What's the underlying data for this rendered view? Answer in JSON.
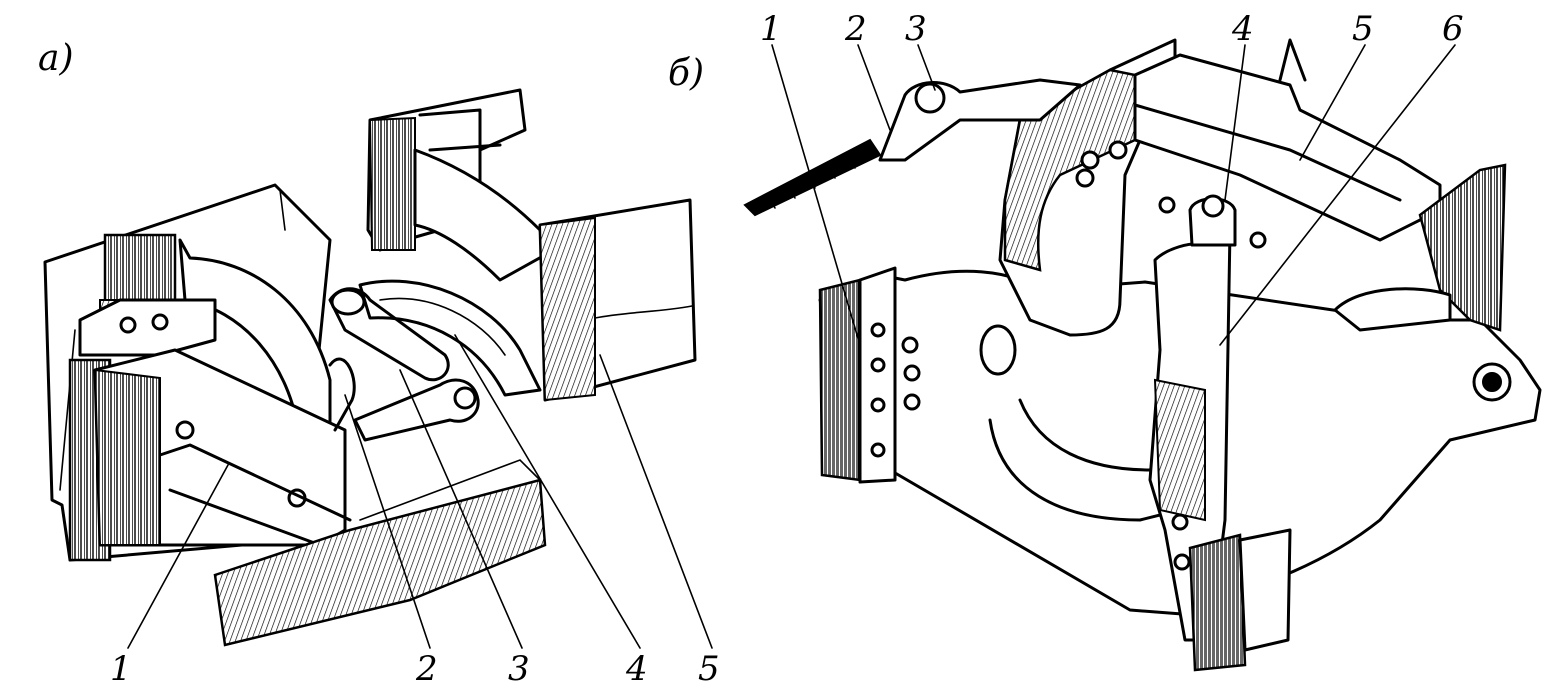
{
  "panels": [
    {
      "id": "a",
      "label": "а)",
      "callouts": [
        "1",
        "2",
        "3",
        "4",
        "5"
      ]
    },
    {
      "id": "b",
      "label": "б)",
      "callouts": [
        "1",
        "2",
        "3",
        "4",
        "5",
        "6"
      ]
    }
  ]
}
